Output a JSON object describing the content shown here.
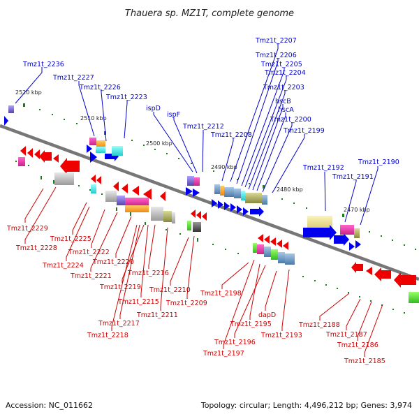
{
  "title": "Thauera sp. MZ1T, complete genome",
  "accession": "Accession: NC_011662",
  "summary": "Topology: circular; Length: 4,496,212 bp; Genes: 3,974",
  "kbp_marks": [
    "2520 kbp",
    "2510 kbp",
    "2500 kbp",
    "2490 kbp",
    "2480 kbp",
    "2470 kbp"
  ],
  "upper_genes": [
    "Tmz1t_2236",
    "Tmz1t_2227",
    "Tmz1t_2226",
    "Tmz1t_2223",
    "ispD",
    "ispF",
    "Tmz1t_2212",
    "Tmz1t_2208",
    "Tmz1t_2207",
    "Tmz1t_2206",
    "Tmz1t_2205",
    "Tmz1t_2204",
    "Tmz1t_2203",
    "hscB",
    "hscA",
    "Tmz1t_2200",
    "Tmz1t_2199",
    "Tmz1t_2192",
    "Tmz1t_2191",
    "Tmz1t_2190"
  ],
  "lower_genes": [
    "Tmz1t_2229",
    "Tmz1t_2228",
    "Tmz1t_2225",
    "Tmz1t_2224",
    "Tmz1t_2222",
    "Tmz1t_2221",
    "Tmz1t_2220",
    "Tmz1t_2219",
    "Tmz1t_2216",
    "Tmz1t_2215",
    "Tmz1t_2217",
    "Tmz1t_2218",
    "Tmz1t_2211",
    "Tmz1t_2210",
    "Tmz1t_2209",
    "Tmz1t_2198",
    "Tmz1t_2195",
    "Tmz1t_2196",
    "Tmz1t_2197",
    "dapD",
    "Tmz1t_2193",
    "Tmz1t_2188",
    "Tmz1t_2187",
    "Tmz1t_2186",
    "Tmz1t_2185"
  ],
  "colors": {
    "forward_strand": "#0000ee",
    "reverse_strand": "#ee0000",
    "backbone": "#777777",
    "tick": "#227722"
  }
}
